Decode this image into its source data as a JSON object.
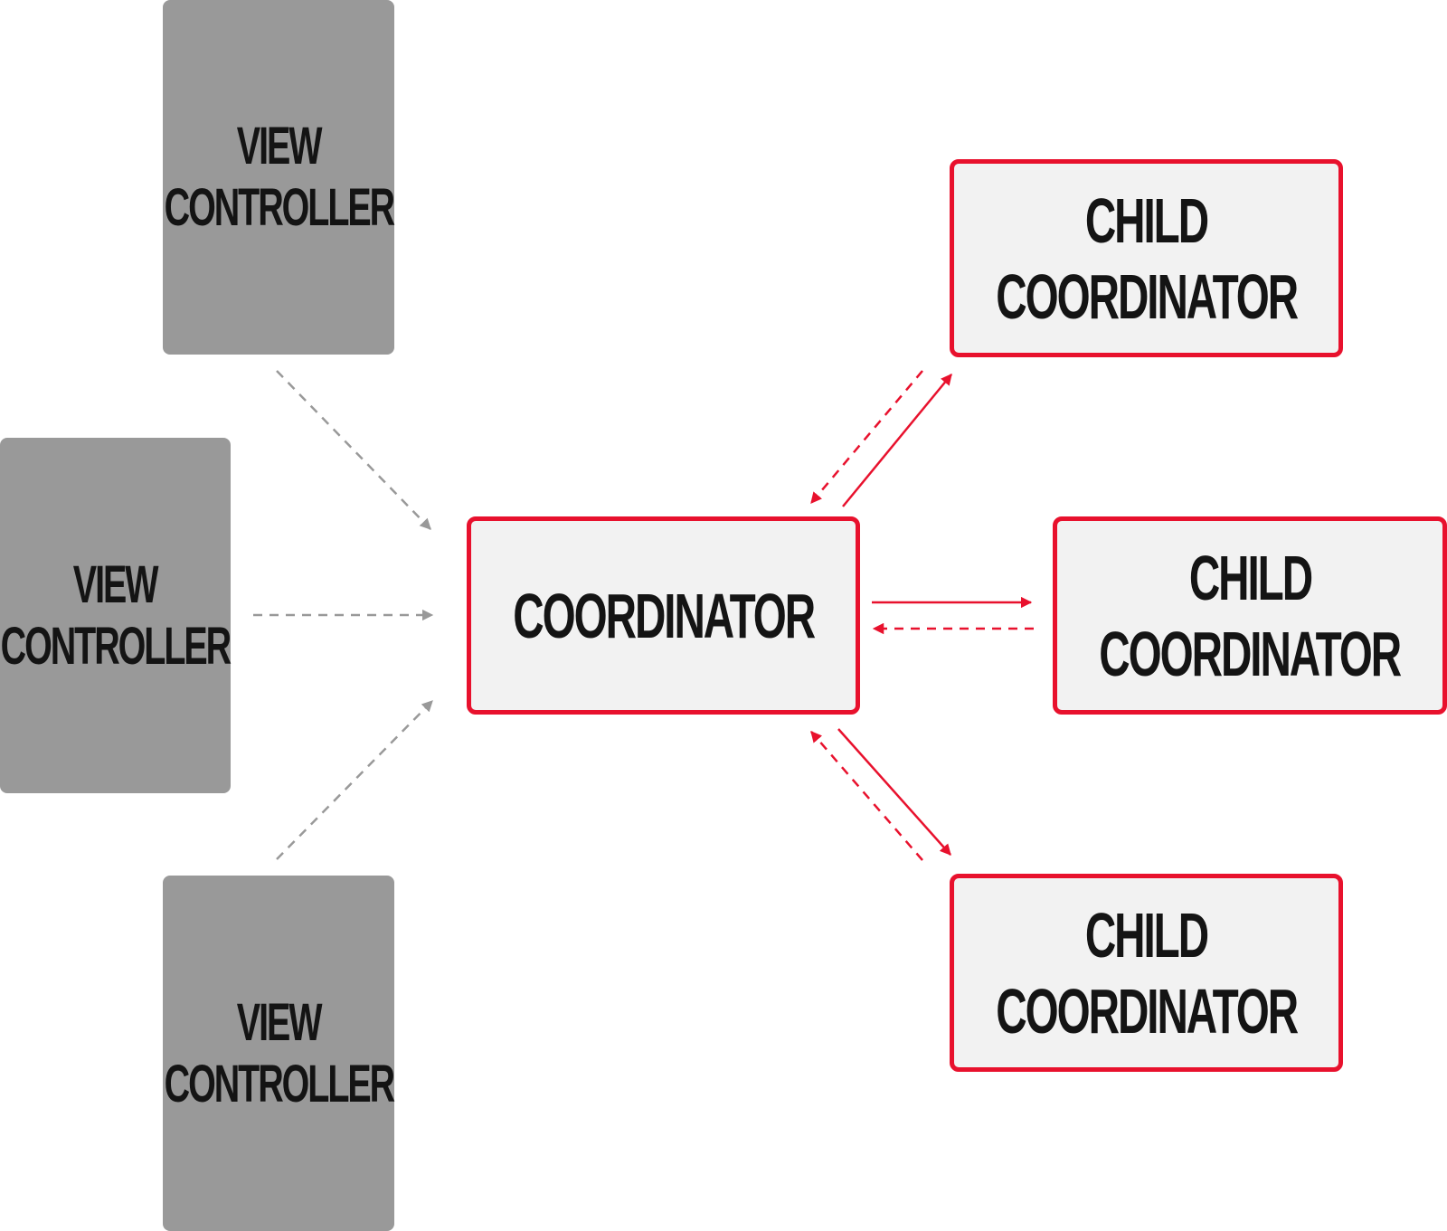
{
  "colors": {
    "view_controller_fill": "#999999",
    "coordinator_border": "#e8112d",
    "coordinator_fill": "#f2f2f2",
    "gray_arrow": "#999999",
    "red_arrow": "#e8112d",
    "text": "#141414"
  },
  "view_controllers": [
    {
      "line1": "VIEW",
      "line2": "CONTROLLER"
    },
    {
      "line1": "VIEW",
      "line2": "CONTROLLER"
    },
    {
      "line1": "VIEW",
      "line2": "CONTROLLER"
    }
  ],
  "coordinator": {
    "label": "COORDINATOR"
  },
  "child_coordinators": [
    {
      "line1": "CHILD",
      "line2": "COORDINATOR"
    },
    {
      "line1": "CHILD",
      "line2": "COORDINATOR"
    },
    {
      "line1": "CHILD",
      "line2": "COORDINATOR"
    }
  ],
  "edges": [
    {
      "from": "view-controller-top",
      "to": "coordinator",
      "style": "dashed",
      "color": "gray"
    },
    {
      "from": "view-controller-middle",
      "to": "coordinator",
      "style": "dashed",
      "color": "gray"
    },
    {
      "from": "view-controller-bottom",
      "to": "coordinator",
      "style": "dashed",
      "color": "gray"
    },
    {
      "from": "coordinator",
      "to": "child-coordinator-top",
      "style": "solid",
      "color": "red"
    },
    {
      "from": "child-coordinator-top",
      "to": "coordinator",
      "style": "dashed",
      "color": "red"
    },
    {
      "from": "coordinator",
      "to": "child-coordinator-middle",
      "style": "solid",
      "color": "red"
    },
    {
      "from": "child-coordinator-middle",
      "to": "coordinator",
      "style": "dashed",
      "color": "red"
    },
    {
      "from": "coordinator",
      "to": "child-coordinator-bottom",
      "style": "solid",
      "color": "red"
    },
    {
      "from": "child-coordinator-bottom",
      "to": "coordinator",
      "style": "dashed",
      "color": "red"
    }
  ]
}
